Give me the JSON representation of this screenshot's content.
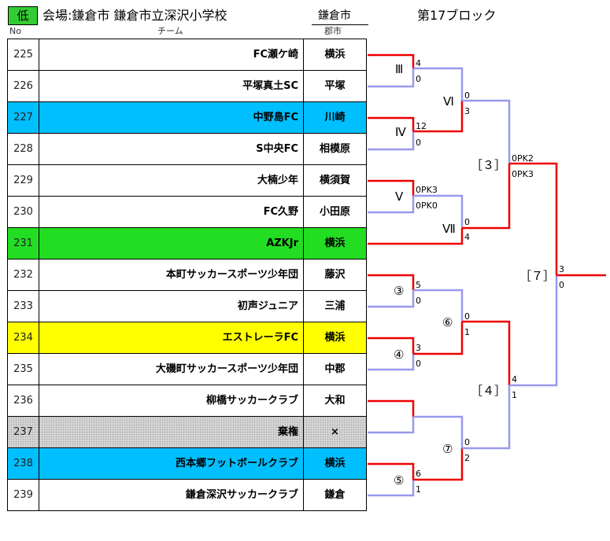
{
  "header": {
    "badge": "低",
    "venue": "会場:鎌倉市  鎌倉市立深沢小学校",
    "city": "鎌倉市",
    "block": "第17ブロック"
  },
  "columns": {
    "no": "No",
    "team": "チーム",
    "city": "郡市"
  },
  "rows": [
    {
      "no": "225",
      "team": "FC瀬ケ崎",
      "city": "横浜",
      "bg": ""
    },
    {
      "no": "226",
      "team": "平塚真土SC",
      "city": "平塚",
      "bg": ""
    },
    {
      "no": "227",
      "team": "中野島FC",
      "city": "川崎",
      "bg": "blue"
    },
    {
      "no": "228",
      "team": "S中央FC",
      "city": "相模原",
      "bg": ""
    },
    {
      "no": "229",
      "team": "大楠少年",
      "city": "横須賀",
      "bg": ""
    },
    {
      "no": "230",
      "team": "FC久野",
      "city": "小田原",
      "bg": ""
    },
    {
      "no": "231",
      "team": "AZKJr",
      "city": "横浜",
      "bg": "green"
    },
    {
      "no": "232",
      "team": "本町サッカースポーツ少年団",
      "city": "藤沢",
      "bg": ""
    },
    {
      "no": "233",
      "team": "初声ジュニア",
      "city": "三浦",
      "bg": ""
    },
    {
      "no": "234",
      "team": "エストレーラFC",
      "city": "横浜",
      "bg": "yellow"
    },
    {
      "no": "235",
      "team": "大磯町サッカースポーツ少年団",
      "city": "中郡",
      "bg": ""
    },
    {
      "no": "236",
      "team": "柳橋サッカークラブ",
      "city": "大和",
      "bg": ""
    },
    {
      "no": "237",
      "team": "棄権",
      "city": "×",
      "bg": "gray"
    },
    {
      "no": "238",
      "team": "西本郷フットボールクラブ",
      "city": "横浜",
      "bg": "blue"
    },
    {
      "no": "239",
      "team": "鎌倉深沢サッカークラブ",
      "city": "鎌倉",
      "bg": ""
    }
  ],
  "bracket": {
    "rounds": [
      "Ⅲ",
      "Ⅳ",
      "Ⅴ",
      "Ⅵ",
      "Ⅶ",
      "③",
      "④",
      "⑤",
      "⑥",
      "⑦",
      "［３］",
      "［４］",
      "［７］"
    ],
    "scores": [
      "4",
      "0",
      "12",
      "0",
      "0PK3",
      "0PK0",
      "0",
      "3",
      "0",
      "4",
      "0PK2",
      "0PK3",
      "5",
      "0",
      "3",
      "0",
      "0",
      "1",
      "6",
      "1",
      "0",
      "2",
      "4",
      "1",
      "3",
      "0"
    ]
  },
  "colors": {
    "win": "#ee0000",
    "lose": "#9999ee"
  }
}
